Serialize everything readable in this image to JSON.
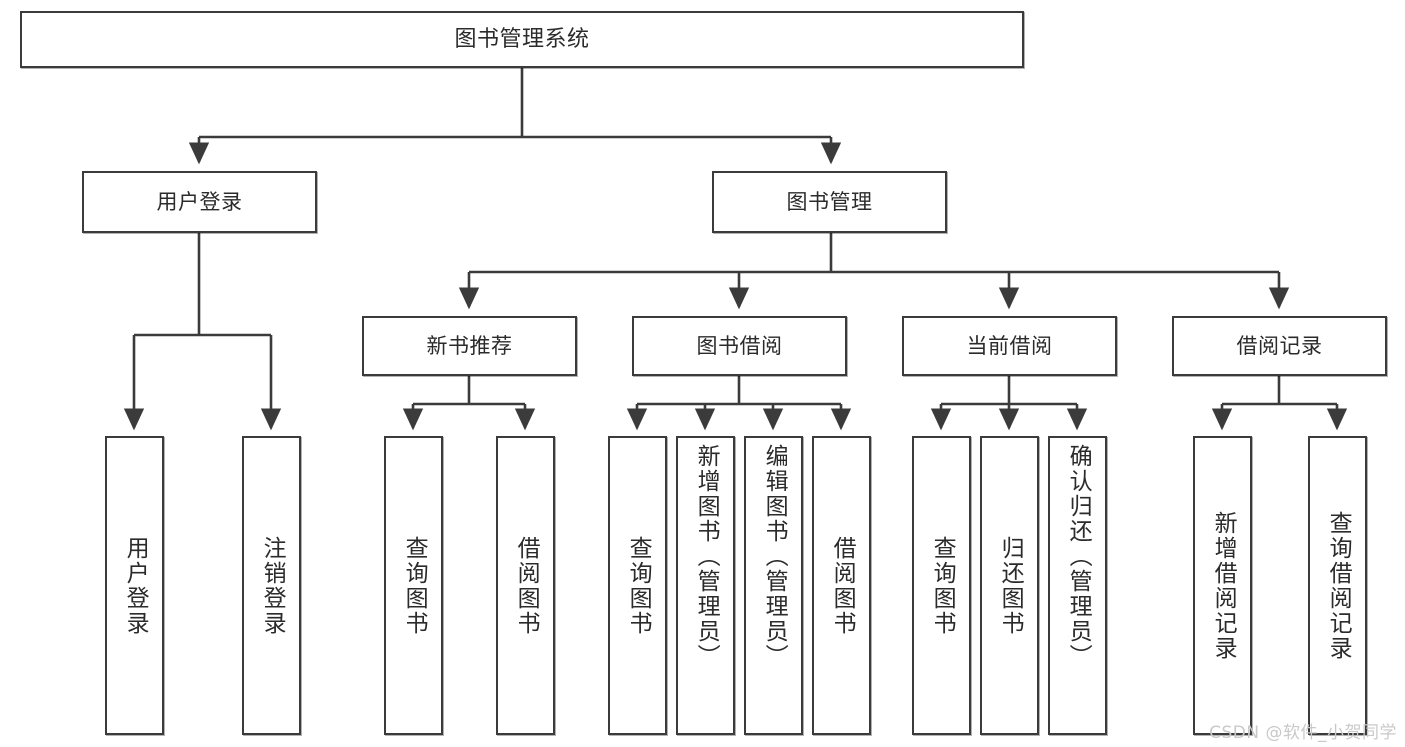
{
  "diagram": {
    "type": "tree-hierarchy",
    "title": "图书管理系统",
    "watermark": "CSDN @软件_小贺同学",
    "colors": {
      "box_border": "#3b3b3b",
      "box_fill": "#ffffff",
      "connector": "#3b3b3b",
      "text": "#2b2b2b",
      "watermark": "#c9c9c9"
    },
    "nodes": {
      "root": {
        "label": "图书管理系统"
      },
      "level2": [
        {
          "label": "用户登录"
        },
        {
          "label": "图书管理"
        }
      ],
      "level3": [
        {
          "label": "新书推荐"
        },
        {
          "label": "图书借阅"
        },
        {
          "label": "当前借阅"
        },
        {
          "label": "借阅记录"
        }
      ],
      "leaves": {
        "user_login": [
          {
            "label": "用户登录"
          },
          {
            "label": "注销登录"
          }
        ],
        "new_book_recommend": [
          {
            "label": "查询图书"
          },
          {
            "label": "借阅图书"
          }
        ],
        "book_borrow": [
          {
            "label": "查询图书"
          },
          {
            "label": "新增图书（管理员）"
          },
          {
            "label": "编辑图书（管理员）"
          },
          {
            "label": "借阅图书"
          }
        ],
        "current_borrow": [
          {
            "label": "查询图书"
          },
          {
            "label": "归还图书"
          },
          {
            "label": "确认归还（管理员）"
          }
        ],
        "borrow_record": [
          {
            "label": "新增借阅记录"
          },
          {
            "label": "查询借阅记录"
          }
        ]
      }
    }
  }
}
